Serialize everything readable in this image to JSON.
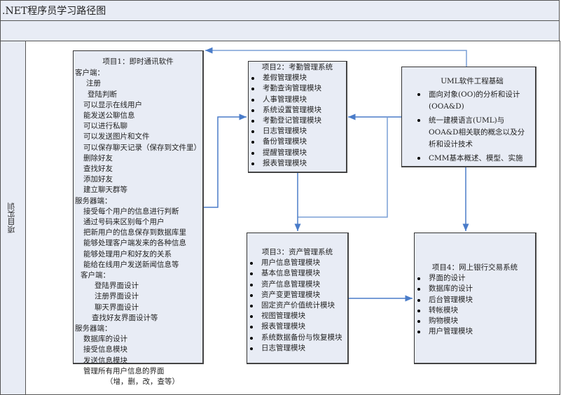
{
  "title": ".NET程序员学习路径图",
  "lane_label": "项目实训",
  "colors": {
    "background": "#e8ecf5",
    "connector": "#4a7cc9"
  },
  "project1": {
    "title": "项目1：即时通讯软件",
    "lines": [
      {
        "text": "客户端：",
        "indent": 0
      },
      {
        "text": "注册",
        "indent": 16
      },
      {
        "text": "登陆判断",
        "indent": 18
      },
      {
        "text": "可以显示在线用户",
        "indent": 12
      },
      {
        "text": "能发送公聊信息",
        "indent": 12
      },
      {
        "text": "可以进行私聊",
        "indent": 12
      },
      {
        "text": "可以发送图片和文件",
        "indent": 12
      },
      {
        "text": "可以保存聊天记录（保存到文件里）",
        "indent": 12
      },
      {
        "text": "删除好友",
        "indent": 12
      },
      {
        "text": "查找好友",
        "indent": 12
      },
      {
        "text": "添加好友",
        "indent": 12
      },
      {
        "text": "建立聊天群等",
        "indent": 12
      },
      {
        "text": "服务器端：",
        "indent": 0
      },
      {
        "text": "接受每个用户的信息进行判断",
        "indent": 12
      },
      {
        "text": "通过号码来区别每个用户",
        "indent": 12
      },
      {
        "text": "把新用户的信息保存到数据库里",
        "indent": 12
      },
      {
        "text": "能够处理客户端发来的各种信息",
        "indent": 12
      },
      {
        "text": "能够处理用户和好友的关系",
        "indent": 12
      },
      {
        "text": "能给在线用户发送新闻信息等",
        "indent": 12
      },
      {
        "text": "客户端：",
        "indent": 8
      },
      {
        "text": "登陆界面设计",
        "indent": 28
      },
      {
        "text": "注册界面设计",
        "indent": 28
      },
      {
        "text": "聊天界面设计",
        "indent": 28
      },
      {
        "text": "查找好友界面设计等",
        "indent": 24
      },
      {
        "text": "服务器端：",
        "indent": 0
      },
      {
        "text": "数据库的设计",
        "indent": 12
      },
      {
        "text": "接受信息模块",
        "indent": 12
      },
      {
        "text": "发送信息模块",
        "indent": 12
      },
      {
        "text": "管理所有用户信息的界面",
        "indent": 12
      },
      {
        "text": "（增，删，改，查等）",
        "indent": 44
      }
    ]
  },
  "project2": {
    "title": "项目2：考勤管理系统",
    "items": [
      "差假管理模块",
      "考勤查询管理模块",
      "人事管理模块",
      "系统设置管理模块",
      "考勤登记管理模块",
      "日志管理模块",
      "备份管理模块",
      "提醒管理模块",
      "报表管理模块"
    ]
  },
  "uml": {
    "title": "UML软件工程基础",
    "items": [
      "面向对象(OO)的分析和设计(OOA&D)",
      "统一建模语言(UML)与OOA&D相关联的概念以及分析和设计技术",
      "CMM基本概述、模型、实施"
    ]
  },
  "project3": {
    "title": "项目3：资产管理系统",
    "items": [
      "用户信息管理模块",
      "基本信息管理模块",
      "资产信息管理模块",
      "资产变更管理模块",
      "固定资产价值统计模块",
      "视图管理模块",
      "报表管理模块",
      "系统数据备份与恢复模块",
      "日志管理模块"
    ]
  },
  "project4": {
    "title": "项目4：网上银行交易系统",
    "items": [
      "界面的设计",
      "数据库的设计",
      "后台管理模块",
      "转帐模块",
      "购物模块",
      "用户管理模块"
    ]
  }
}
